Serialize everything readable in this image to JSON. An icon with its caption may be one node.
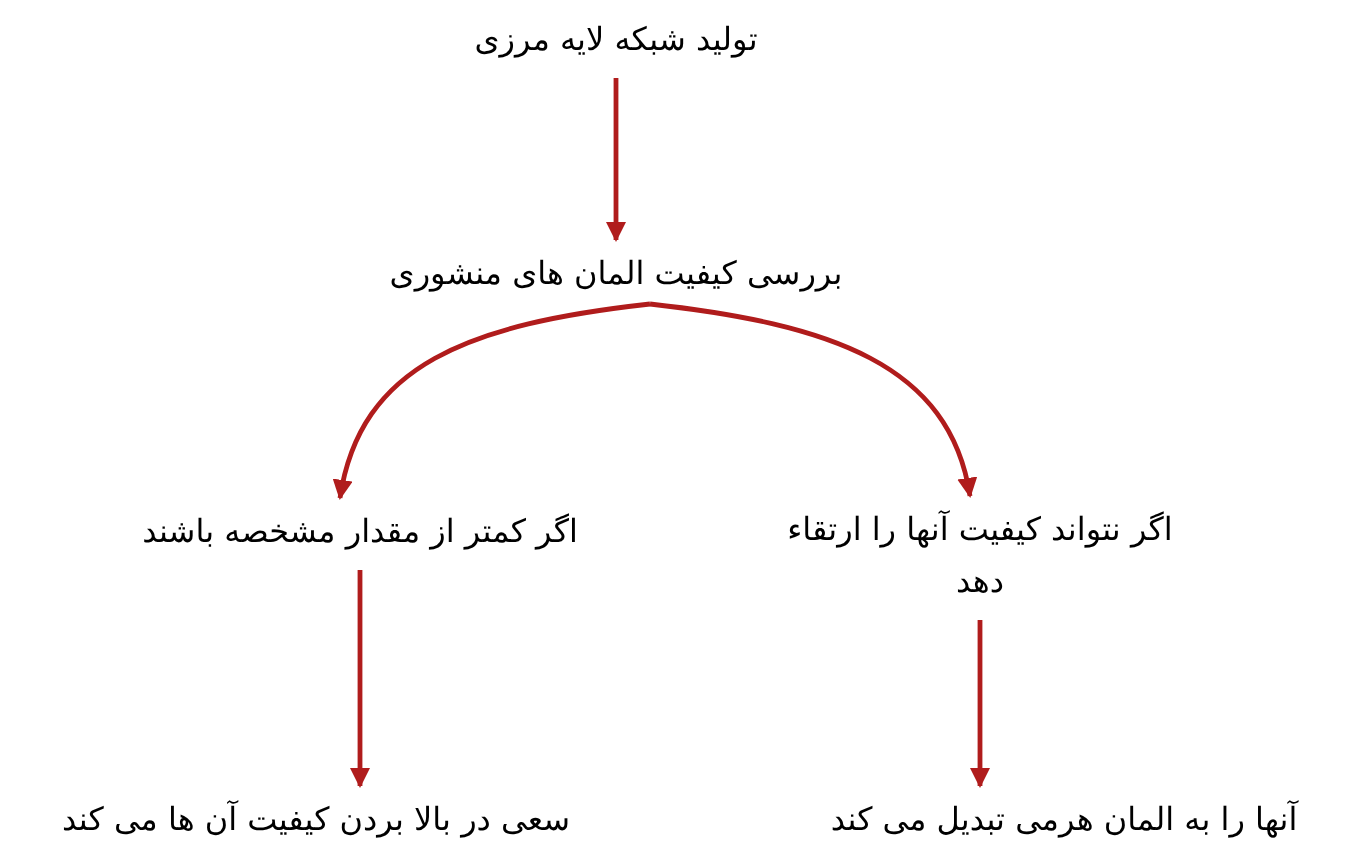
{
  "diagram": {
    "nodes": [
      {
        "text": [
          "تولید شبکه لایه مرزی"
        ]
      },
      {
        "text": [
          "بررسی کیفیت المان های منشوری"
        ]
      },
      {
        "text": [
          "اگر نتواند کیفیت آنها را ارتقاء دهد"
        ]
      },
      {
        "text": [
          "اگر کمتر از مقدار مشخصه باشند"
        ]
      },
      {
        "text": [
          "آنها را به المان هرمی تبدیل می کند"
        ]
      },
      {
        "text": [
          "سعی در بالا بردن کیفیت آن ها می کند"
        ]
      }
    ],
    "edges": [
      {
        "from": 0,
        "to": 1,
        "arrow": "to"
      },
      {
        "from": 1,
        "to": 2,
        "arrow": "to"
      },
      {
        "from": 1,
        "to": 3,
        "arrow": "to"
      },
      {
        "from": 2,
        "to": 4,
        "arrow": "to"
      },
      {
        "from": 3,
        "to": 5,
        "arrow": "to"
      }
    ]
  }
}
